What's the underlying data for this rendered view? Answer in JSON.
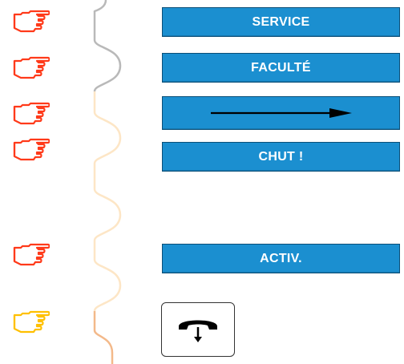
{
  "buttons": {
    "service": "SERVICE",
    "faculte": "FACULTÉ",
    "chut": "CHUT !",
    "activ": "ACTIV."
  },
  "icons": {
    "pointer": "pointing-hand-icon",
    "arrow": "arrow-right-icon",
    "hangup": "hang-up-handset-icon"
  },
  "colors": {
    "key_blue": "#1b8fd0",
    "hand_dark": "#ff3a1a",
    "hand_light": "#ffc000",
    "bracket_grey": "#b9b9b9",
    "bracket_light": "#fde6c6",
    "bracket_orange": "#f3b98a"
  }
}
